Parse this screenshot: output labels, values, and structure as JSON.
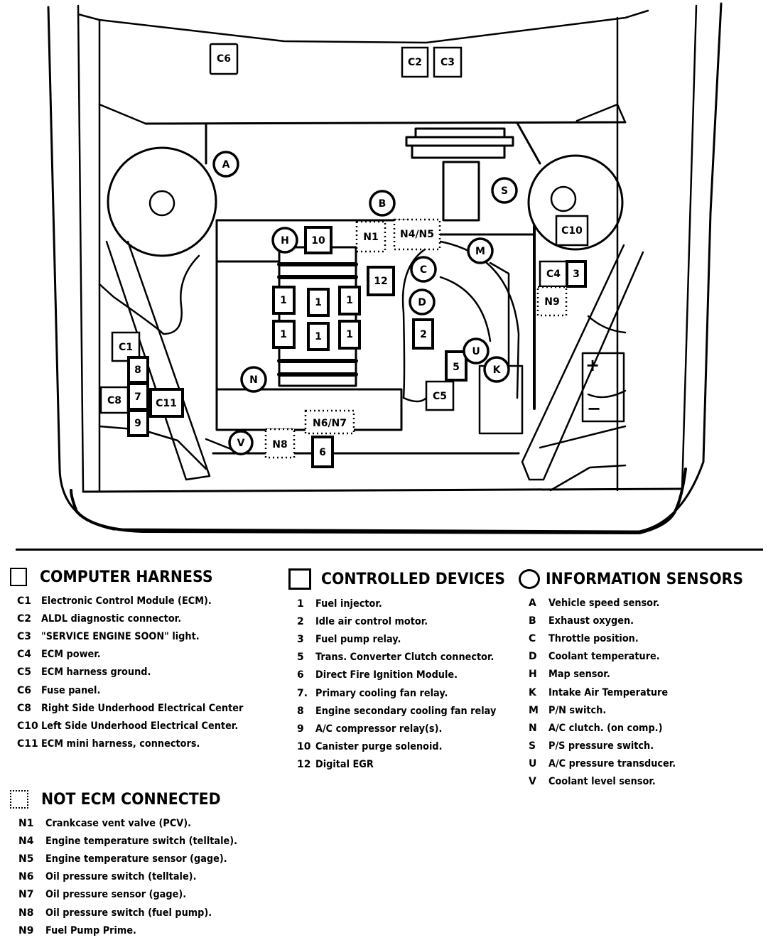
{
  "diagram": {
    "title": "Engine compartment component locator",
    "labels": {
      "C6": "C6",
      "C2": "C2",
      "C3": "C3",
      "A": "A",
      "B": "B",
      "S": "S",
      "H": "H",
      "M": "M",
      "C": "C",
      "D": "D",
      "U": "U",
      "K": "K",
      "N": "N",
      "V": "V",
      "10": "10",
      "12": "12",
      "2": "2",
      "3": "3",
      "5": "5",
      "6": "6",
      "7": "7",
      "8": "8",
      "9": "9",
      "1": "1",
      "C1": "C1",
      "C4": "C4",
      "C5": "C5",
      "C8": "C8",
      "C10": "C10",
      "C11": "C11",
      "N1": "N1",
      "N4N5": "N4/N5",
      "N6N7": "N6/N7",
      "N8": "N8",
      "N9": "N9",
      "battery_plus": "+",
      "battery_minus": "−"
    }
  },
  "legend": {
    "computer_harness": {
      "title": "COMPUTER HARNESS",
      "items": [
        {
          "code": "C1",
          "desc": "Electronic Control Module (ECM)."
        },
        {
          "code": "C2",
          "desc": "ALDL diagnostic connector."
        },
        {
          "code": "C3",
          "desc": "\"SERVICE ENGINE SOON\" light."
        },
        {
          "code": "C4",
          "desc": "ECM power."
        },
        {
          "code": "C5",
          "desc": "ECM harness ground."
        },
        {
          "code": "C6",
          "desc": "Fuse panel."
        },
        {
          "code": "C8",
          "desc": "Right Side Underhood Electrical  Center"
        },
        {
          "code": "C10",
          "desc": "Left Side Underhood Electrical Center."
        },
        {
          "code": "C11",
          "desc": "ECM mini harness, connectors."
        }
      ]
    },
    "controlled_devices": {
      "title": "CONTROLLED DEVICES",
      "items": [
        {
          "code": "1",
          "desc": "Fuel injector."
        },
        {
          "code": "2",
          "desc": "Idle air control motor."
        },
        {
          "code": "3",
          "desc": "Fuel pump relay."
        },
        {
          "code": "5",
          "desc": "Trans. Converter Clutch connector."
        },
        {
          "code": "6",
          "desc": "Direct Fire Ignition Module."
        },
        {
          "code": "7.",
          "desc": "Primary cooling fan relay."
        },
        {
          "code": "8",
          "desc": "Engine secondary cooling fan relay"
        },
        {
          "code": "9",
          "desc": "A/C compressor relay(s)."
        },
        {
          "code": "10",
          "desc": "Canister purge solenoid."
        },
        {
          "code": "12",
          "desc": "Digital EGR"
        }
      ]
    },
    "information_sensors": {
      "title": "INFORMATION SENSORS",
      "items": [
        {
          "code": "A",
          "desc": "Vehicle speed sensor."
        },
        {
          "code": "B",
          "desc": "Exhaust oxygen."
        },
        {
          "code": "C",
          "desc": "Throttle position."
        },
        {
          "code": "D",
          "desc": "Coolant temperature."
        },
        {
          "code": "H",
          "desc": "Map sensor."
        },
        {
          "code": "K",
          "desc": "Intake Air Temperature"
        },
        {
          "code": "M",
          "desc": "P/N switch."
        },
        {
          "code": "N",
          "desc": "A/C clutch. (on comp.)"
        },
        {
          "code": "S",
          "desc": "P/S pressure switch."
        },
        {
          "code": "U",
          "desc": "A/C pressure transducer."
        },
        {
          "code": "V",
          "desc": "Coolant level sensor."
        }
      ]
    },
    "not_ecm_connected": {
      "title": "NOT ECM CONNECTED",
      "items": [
        {
          "code": "N1",
          "desc": "Crankcase vent valve (PCV)."
        },
        {
          "code": "N4",
          "desc": "Engine temperature switch (telltale)."
        },
        {
          "code": "N5",
          "desc": "Engine temperature sensor (gage)."
        },
        {
          "code": "N6",
          "desc": "Oil pressure switch (telltale)."
        },
        {
          "code": "N7",
          "desc": "Oil pressure sensor (gage)."
        },
        {
          "code": "N8",
          "desc": "Oil pressure switch (fuel pump)."
        },
        {
          "code": "N9",
          "desc": "Fuel Pump Prime."
        }
      ]
    }
  }
}
